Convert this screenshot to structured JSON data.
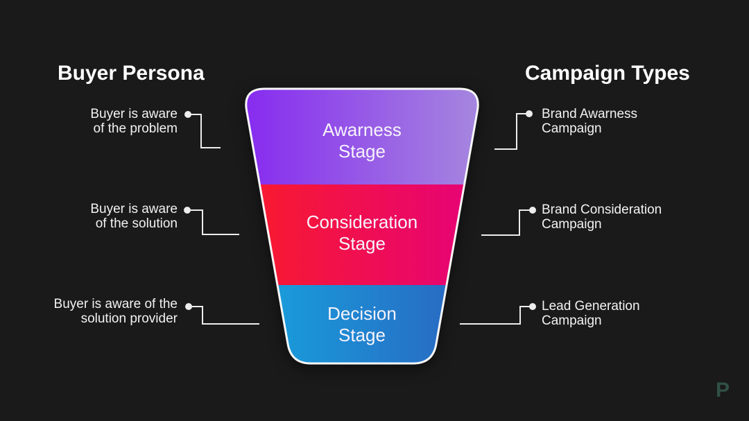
{
  "left_panel": {
    "title": "Buyer Persona",
    "items": [
      {
        "line1": "Buyer is aware",
        "line2": "of the problem"
      },
      {
        "line1": "Buyer is aware",
        "line2": "of the solution"
      },
      {
        "line1": "Buyer is aware of the",
        "line2": "solution provider"
      }
    ]
  },
  "right_panel": {
    "title": "Campaign Types",
    "items": [
      {
        "line1": "Brand Awarness",
        "line2": "Campaign"
      },
      {
        "line1": "Brand Consideration",
        "line2": "Campaign"
      },
      {
        "line1": "Lead Generation",
        "line2": "Campaign"
      }
    ]
  },
  "funnel": {
    "border_color": "#F7F7F7",
    "stages": [
      {
        "line1": "Awarness",
        "line2": "Stage",
        "gradient": [
          "#8527F0",
          "#A78BDE"
        ]
      },
      {
        "line1": "Consideration",
        "line2": "Stage",
        "gradient": [
          "#FA1C28",
          "#E5017C"
        ]
      },
      {
        "line1": "Decision",
        "line2": "Stage",
        "gradient": [
          "#15A7E0",
          "#2C60BE"
        ]
      }
    ]
  },
  "watermark": {
    "letter": "P"
  },
  "colors": {
    "background": "#1A1A1A",
    "heading_text": "#FFFFFF",
    "body_text": "#F2F2F2",
    "stage_text": "#F6F3FB",
    "connector": "#EDEDED",
    "watermark": "#305046"
  }
}
